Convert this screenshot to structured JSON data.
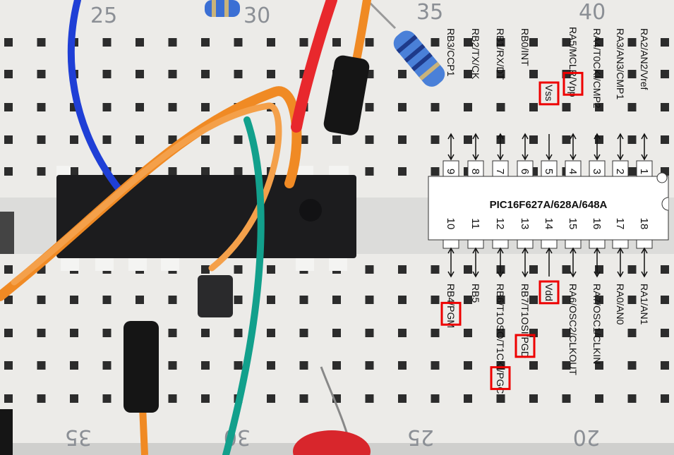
{
  "ruler_top": [
    "25",
    "30",
    "35",
    "40"
  ],
  "ruler_bottom": [
    "35",
    "30",
    "25",
    "20"
  ],
  "chip": {
    "title": "PIC16F627A/628A/648A",
    "top_pins": [
      {
        "num": "9",
        "label": "RB3/CCP1"
      },
      {
        "num": "8",
        "label": "RB2/TX/CK"
      },
      {
        "num": "7",
        "label": "RB1/RX/DT"
      },
      {
        "num": "6",
        "label": "RB0/INT"
      },
      {
        "num": "5",
        "label": "Vss"
      },
      {
        "num": "4",
        "label": "RA5/MCLR/Vpp"
      },
      {
        "num": "3",
        "label": "RA4/T0CKI/CMP2"
      },
      {
        "num": "2",
        "label": "RA3/AN3/CMP1"
      },
      {
        "num": "1",
        "label": "RA2/AN2/Vref"
      }
    ],
    "bottom_pins": [
      {
        "num": "10",
        "label": "RB4/PGM"
      },
      {
        "num": "11",
        "label": "RB5"
      },
      {
        "num": "12",
        "label": "RB6/T1OSO/T1CKI/PGC"
      },
      {
        "num": "13",
        "label": "RB7/T1OSI/PGD"
      },
      {
        "num": "14",
        "label": "Vdd"
      },
      {
        "num": "15",
        "label": "RA6/OSC2/CLKOUT"
      },
      {
        "num": "16",
        "label": "RA7/OSC1/CLKIN"
      },
      {
        "num": "17",
        "label": "RA0/AN0"
      },
      {
        "num": "18",
        "label": "RA1/AN1"
      }
    ]
  },
  "colors": {
    "highlight": "#e00000",
    "wire_blue": "#1f3fd6",
    "wire_orange": "#f08a24",
    "wire_red": "#e8282d",
    "wire_teal": "#12a08c",
    "ic_body": "#1c1c1e"
  }
}
